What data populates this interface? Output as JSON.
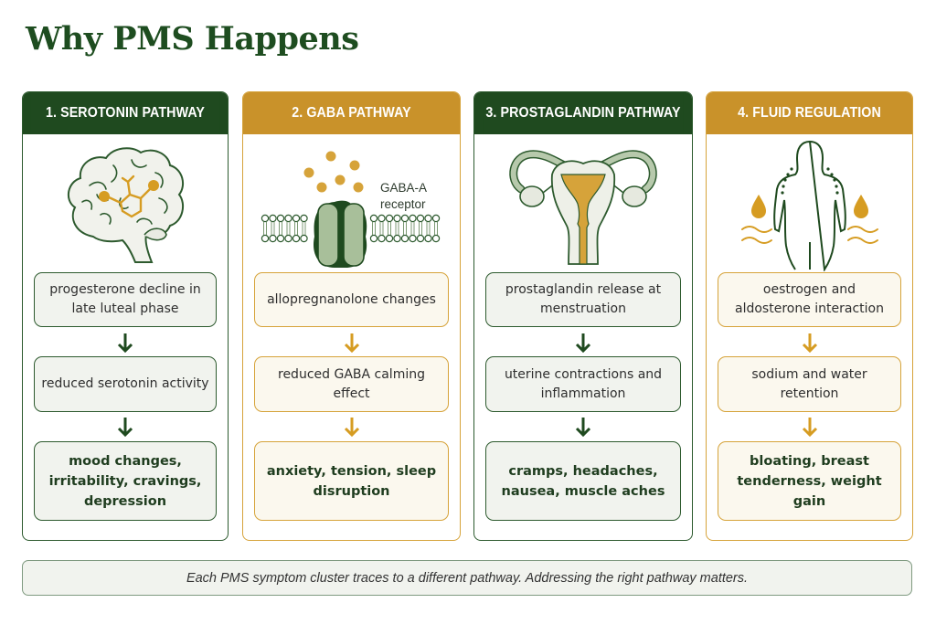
{
  "title": "Why PMS Happens",
  "colors": {
    "green": "#1f4a1f",
    "gold": "#c9922a",
    "green_border": "#2d5a2e",
    "gold_border": "#d6a33a"
  },
  "columns": [
    {
      "header": "1. SEROTONIN PATHWAY",
      "theme": "green",
      "illustration": "brain-with-molecule-icon",
      "steps": [
        "progesterone decline in late luteal phase",
        "reduced serotonin activity"
      ],
      "outcome": "mood changes, irritability, cravings, depression"
    },
    {
      "header": "2. GABA PATHWAY",
      "theme": "gold",
      "illustration": "gaba-receptor-membrane-icon",
      "illustration_label": "GABA-A receptor",
      "illustration_label_lines": [
        "GABA-A",
        "receptor"
      ],
      "steps": [
        "allopregnanolone changes",
        "reduced GABA calming effect"
      ],
      "outcome": "anxiety, tension, sleep disruption"
    },
    {
      "header": "3. PROSTAGLANDIN PATHWAY",
      "theme": "green",
      "illustration": "uterus-icon",
      "steps": [
        "prostaglandin release at menstruation",
        "uterine contractions and inflammation"
      ],
      "outcome": "cramps, headaches, nausea, muscle aches"
    },
    {
      "header": "4. FLUID REGULATION",
      "theme": "gold",
      "illustration": "body-water-retention-icon",
      "steps": [
        "oestrogen and aldosterone interaction",
        "sodium and water retention"
      ],
      "outcome": "bloating, breast tenderness, weight gain"
    }
  ],
  "footer": "Each PMS symptom cluster traces to a different pathway. Addressing the right pathway matters."
}
